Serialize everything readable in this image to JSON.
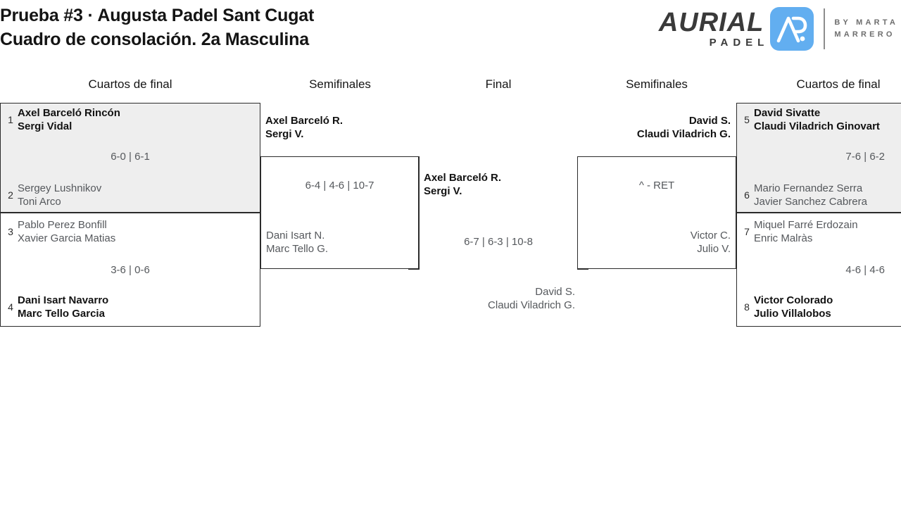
{
  "header": {
    "title_line1": "Prueba #3 · Augusta Padel Sant Cugat",
    "title_line2": "Cuadro de consolación. 2a Masculina",
    "logo": {
      "brand": "AURIAL",
      "sub": "PADEL",
      "by_line1": "BY  MARTA",
      "by_line2": "MARRERO",
      "mark_color": "#62aef0",
      "mark_icon": "ap-monogram-icon"
    }
  },
  "rounds": {
    "qf_left": "Cuartos de final",
    "sf_left": "Semifinales",
    "final": "Final",
    "sf_right": "Semifinales",
    "qf_right": "Cuartos de final"
  },
  "bracket": {
    "quarterfinals_left": [
      {
        "id": "qf1",
        "score": "6-0 | 6-1",
        "top": {
          "seed": "1",
          "p1": "Axel Barceló Rincón",
          "p2": "Sergi Vidal",
          "winner": true
        },
        "bottom": {
          "seed": "2",
          "p1": "Sergey Lushnikov",
          "p2": "Toni Arco",
          "winner": false
        }
      },
      {
        "id": "qf2",
        "score": "3-6 | 0-6",
        "top": {
          "seed": "3",
          "p1": "Pablo Perez Bonfill",
          "p2": "Xavier Garcia Matias",
          "winner": false
        },
        "bottom": {
          "seed": "4",
          "p1": "Dani Isart Navarro",
          "p2": "Marc Tello Garcia",
          "winner": true
        }
      }
    ],
    "quarterfinals_right": [
      {
        "id": "qf3",
        "score": "7-6 | 6-2",
        "top": {
          "seed": "5",
          "p1": "David Sivatte",
          "p2": "Claudi Viladrich Ginovart",
          "winner": true
        },
        "bottom": {
          "seed": "6",
          "p1": "Mario Fernandez Serra",
          "p2": "Javier Sanchez Cabrera",
          "winner": false
        }
      },
      {
        "id": "qf4",
        "score": "4-6 | 4-6",
        "top": {
          "seed": "7",
          "p1": "Miquel Farré Erdozain",
          "p2": "Enric Malràs",
          "winner": false
        },
        "bottom": {
          "seed": "8",
          "p1": "Victor Colorado",
          "p2": "Julio Villalobos",
          "winner": true
        }
      }
    ],
    "semifinal_left": {
      "id": "sf1",
      "score": "6-4 | 4-6 | 10-7",
      "top": {
        "p1": "Axel Barceló R.",
        "p2": "Sergi V.",
        "winner": true
      },
      "bottom": {
        "p1": "Dani Isart N.",
        "p2": "Marc Tello G.",
        "winner": false
      }
    },
    "semifinal_right": {
      "id": "sf2",
      "score": "^ - RET",
      "top": {
        "p1": "David S.",
        "p2": "Claudi Viladrich G.",
        "winner": true
      },
      "bottom": {
        "p1": "Victor C.",
        "p2": "Julio V.",
        "winner": false
      }
    },
    "final": {
      "id": "final",
      "score": "6-7 | 6-3 | 10-8",
      "top": {
        "p1": "Axel Barceló R.",
        "p2": "Sergi V.",
        "winner": true
      },
      "bottom": {
        "p1": "David S.",
        "p2": "Claudi Viladrich G.",
        "winner": false
      }
    }
  }
}
